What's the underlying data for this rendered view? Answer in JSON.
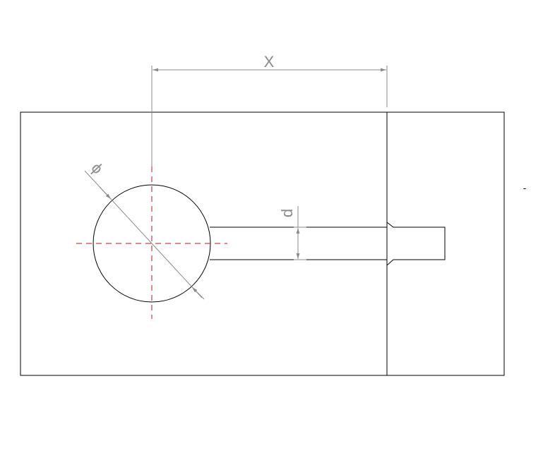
{
  "labels": {
    "distance": "X",
    "diameter": "ϕ",
    "width": "d",
    "side_mark": "-"
  },
  "colors": {
    "outline": "#000000",
    "dimension": "#8a8a8a",
    "centerline": "#c0141c"
  }
}
